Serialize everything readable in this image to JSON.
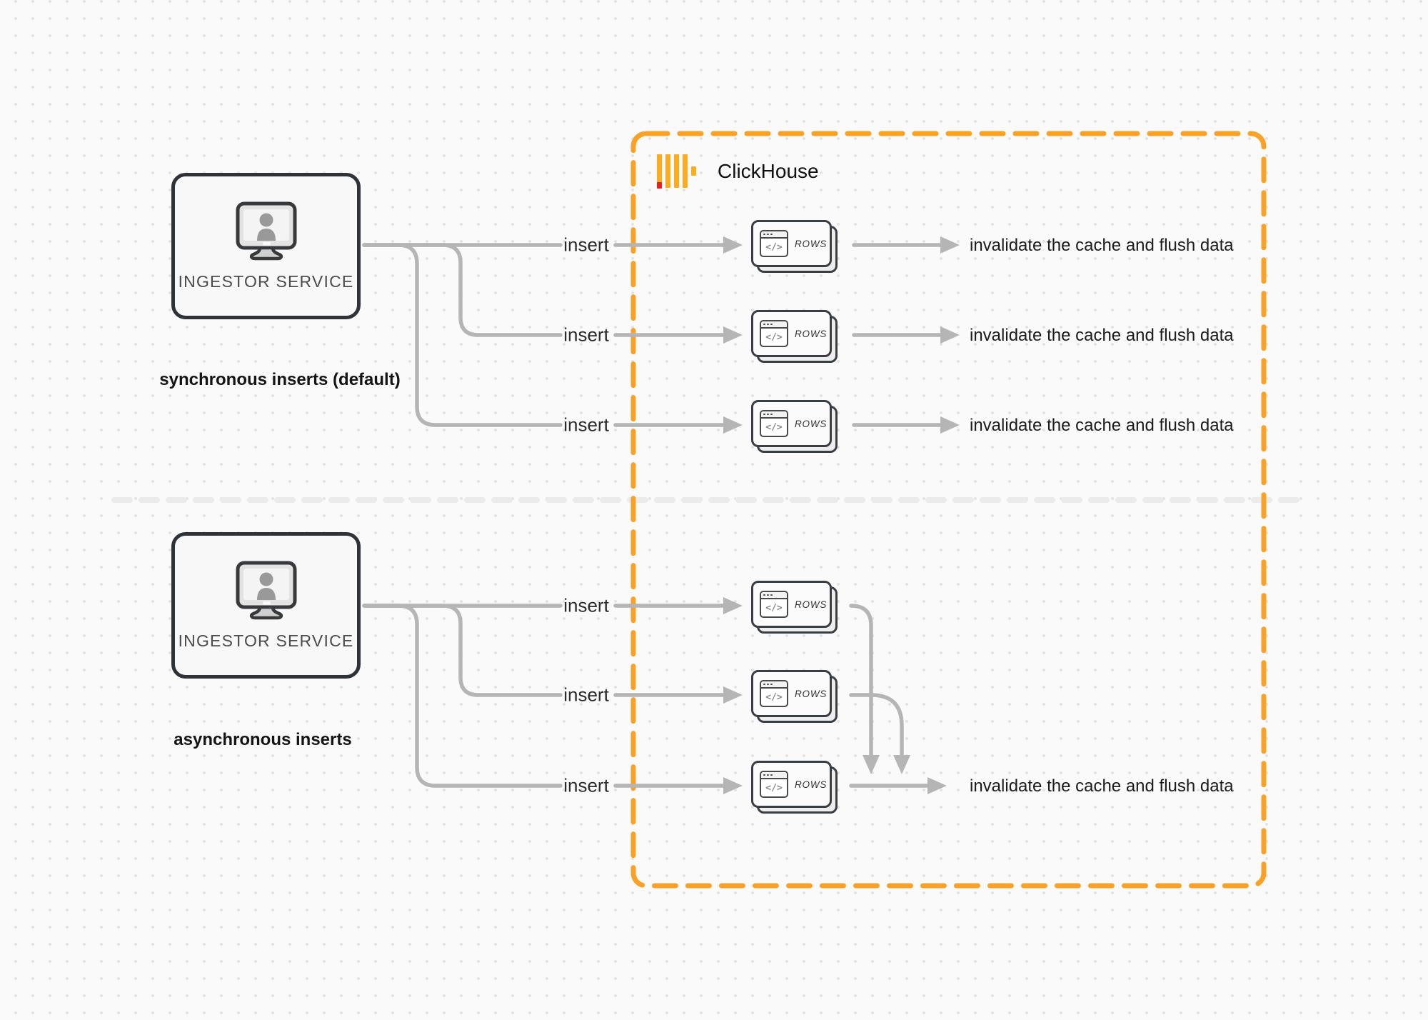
{
  "diagram": {
    "clickhouse": {
      "wordmark": "ClickHouse"
    },
    "colors": {
      "accent_orange": "#F9A227",
      "logo_yellow": "#FBAD1F",
      "logo_red": "#EC1D24",
      "connector_gray": "#B5B5B5",
      "divider_gray": "#EBEBEB"
    },
    "sync": {
      "service_label": "INGESTOR SERVICE",
      "caption": "synchronous inserts (default)",
      "rows": [
        {
          "insert": "insert",
          "node": "ROWS",
          "code_glyph": "</>",
          "result": "invalidate the cache and flush data"
        },
        {
          "insert": "insert",
          "node": "ROWS",
          "code_glyph": "</>",
          "result": "invalidate the cache and flush data"
        },
        {
          "insert": "insert",
          "node": "ROWS",
          "code_glyph": "</>",
          "result": "invalidate the cache and flush data"
        }
      ]
    },
    "async": {
      "service_label": "INGESTOR SERVICE",
      "caption": "asynchronous inserts",
      "rows": [
        {
          "insert": "insert",
          "node": "ROWS",
          "code_glyph": "</>"
        },
        {
          "insert": "insert",
          "node": "ROWS",
          "code_glyph": "</>"
        },
        {
          "insert": "insert",
          "node": "ROWS",
          "code_glyph": "</>"
        }
      ],
      "result": "invalidate the cache and flush data"
    }
  }
}
